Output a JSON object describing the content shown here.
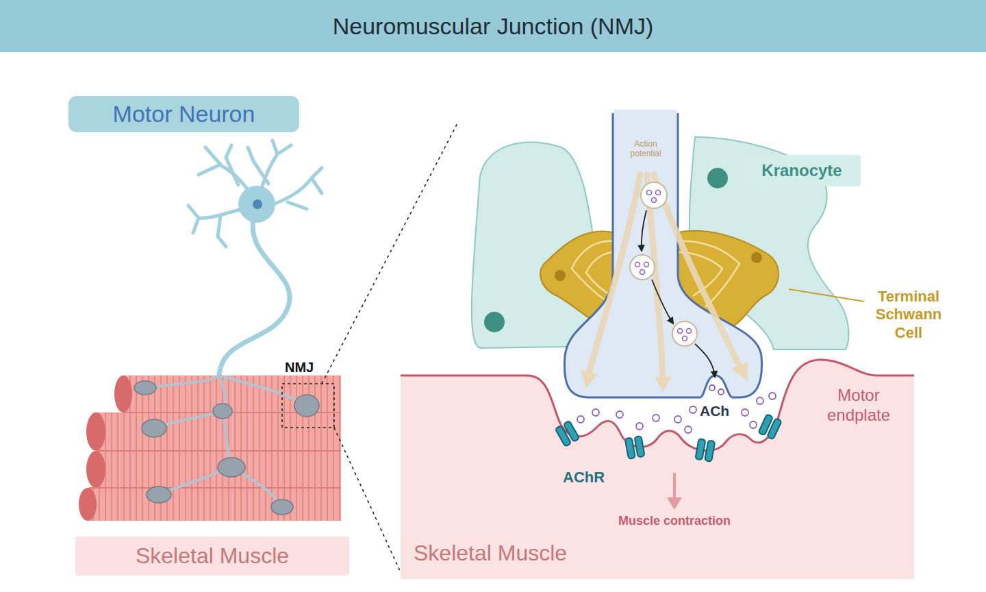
{
  "diagram": {
    "title": "Neuromuscular Junction (NMJ)",
    "nodes": [
      {
        "text": [
          "Motor Neuron"
        ]
      },
      {
        "text": [
          "Skeletal Muscle"
        ]
      },
      {
        "text": [
          "Kranocyte"
        ]
      }
    ],
    "labels": [
      "NMJ",
      "Action potential",
      "Terminal Schwann Cell",
      "ACh",
      "Motor endplate",
      "AChR",
      "Muscle contraction",
      "Skeletal Muscle"
    ]
  }
}
